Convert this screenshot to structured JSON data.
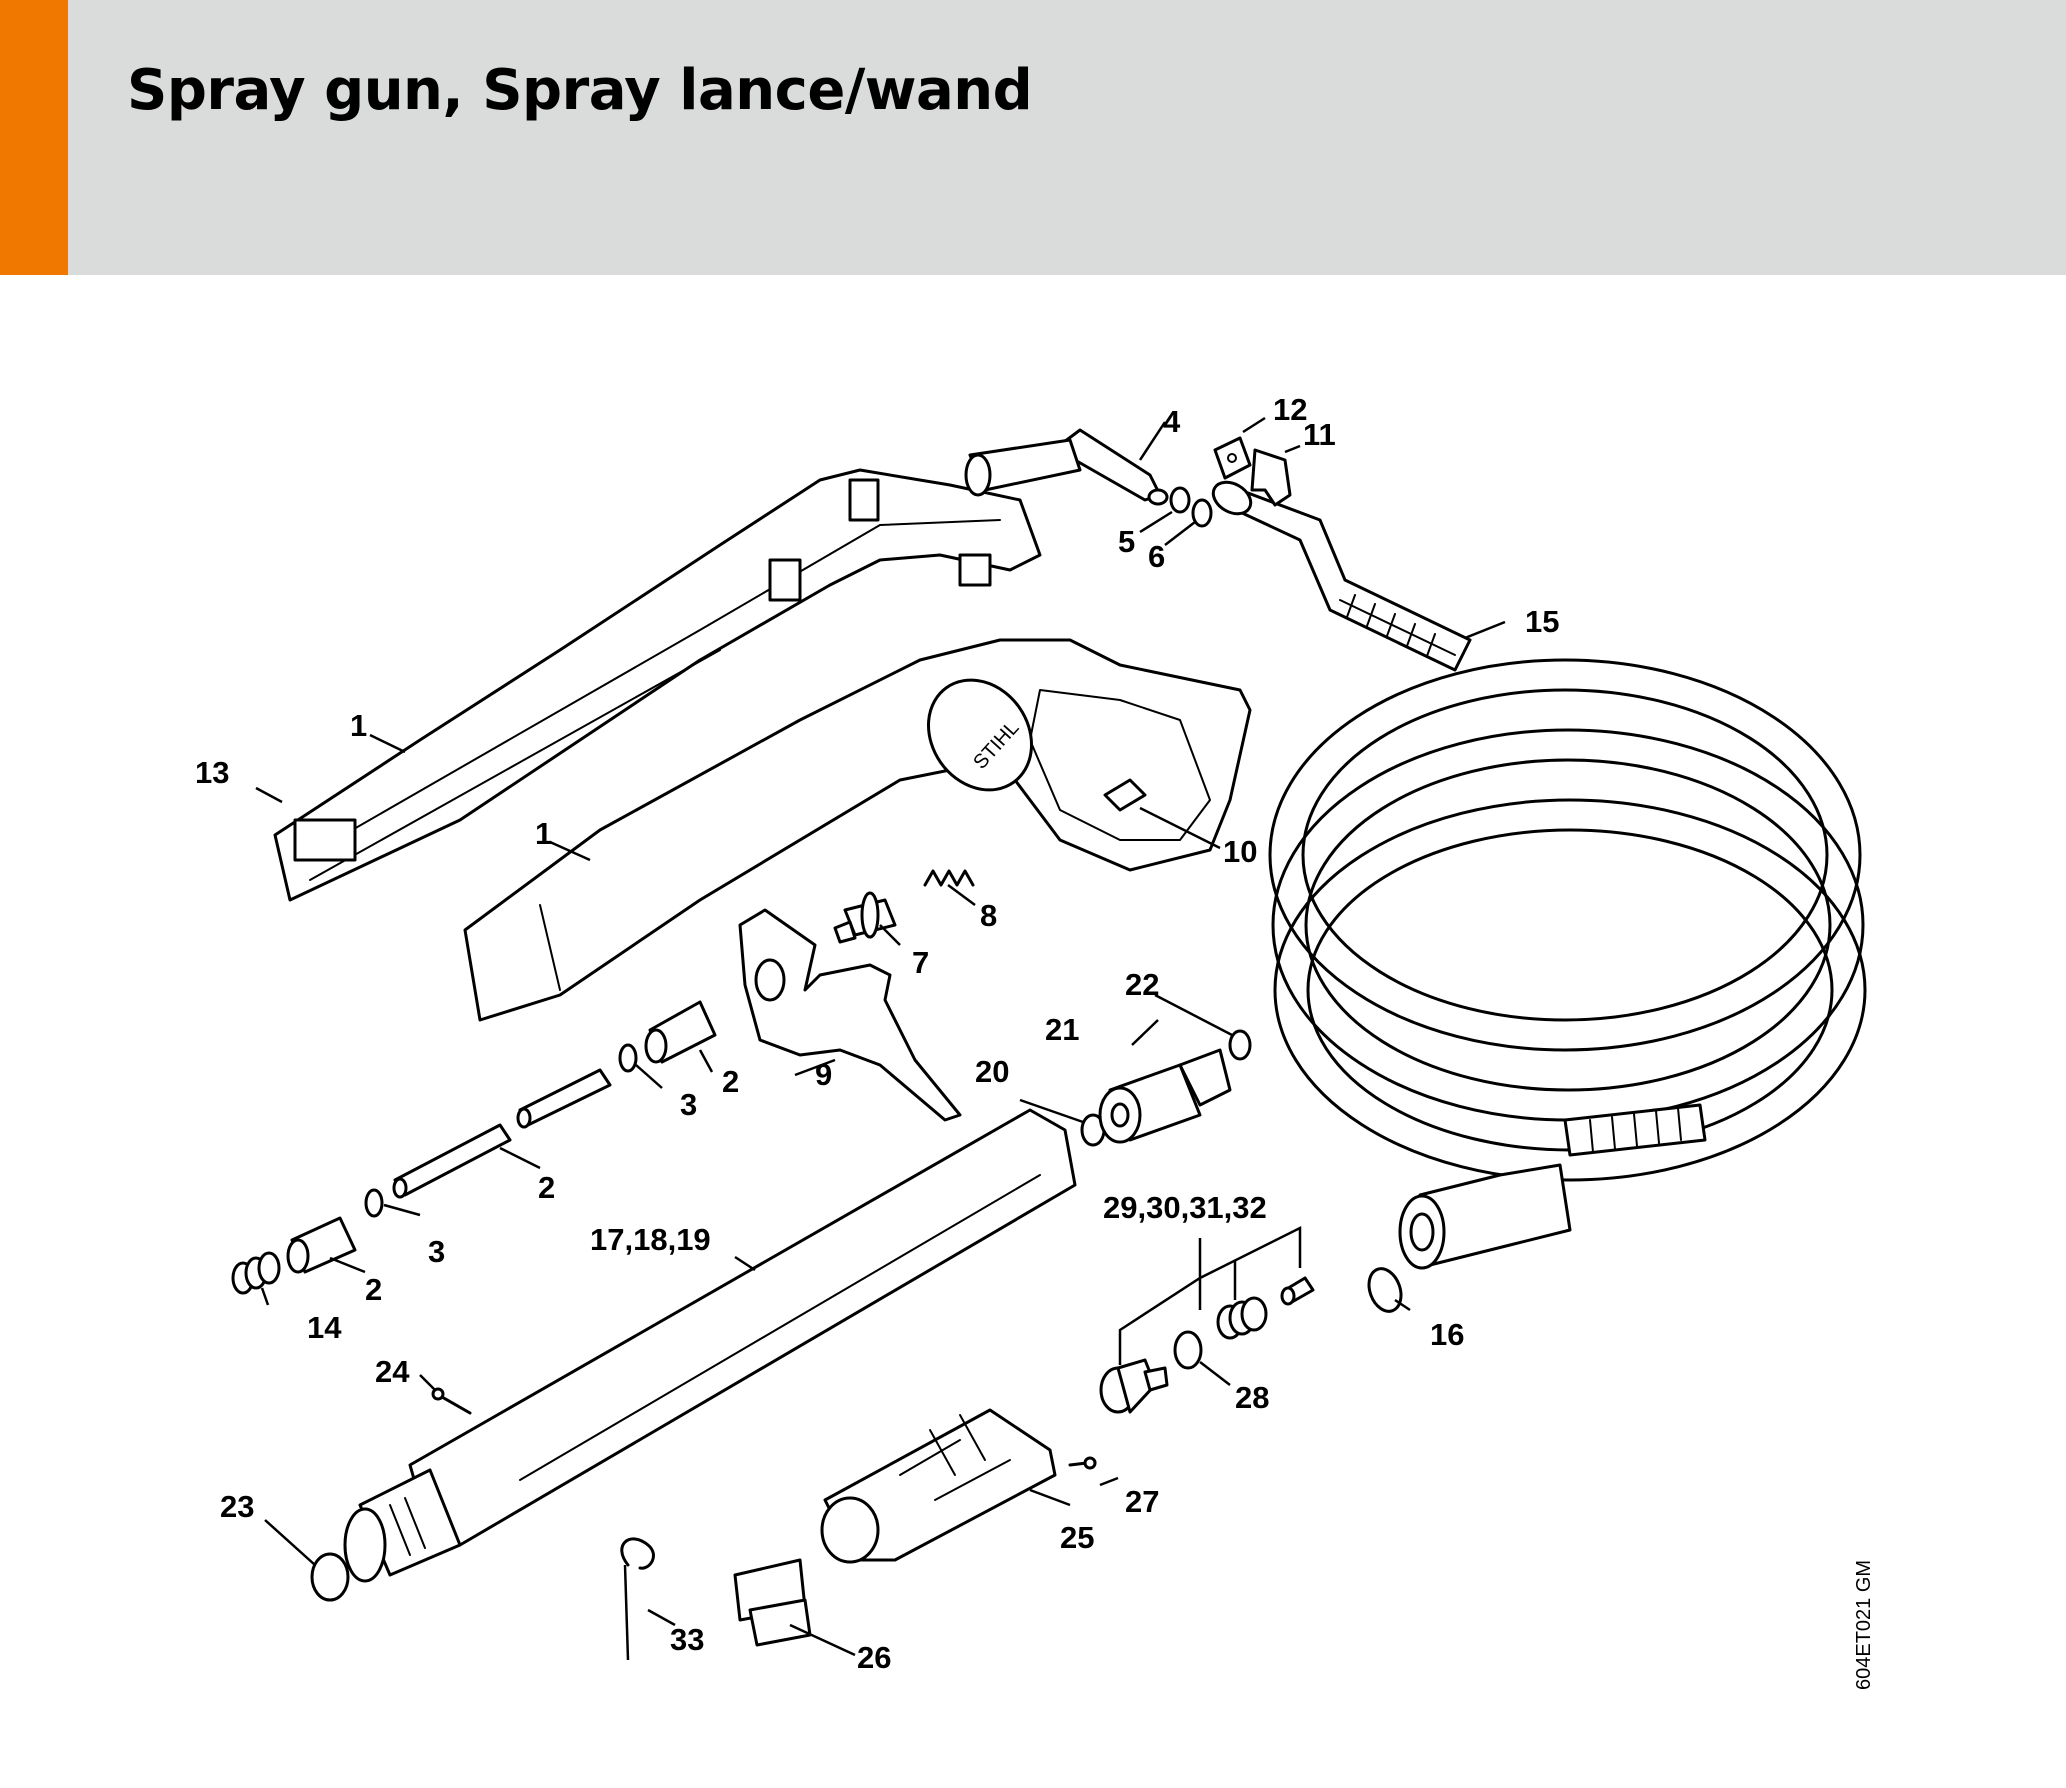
{
  "header": {
    "title": "Spray gun, Spray lance/wand",
    "accent_color": "#f07800",
    "background_color": "#dadbdb"
  },
  "diagram": {
    "brand_mark": "STIHL",
    "reference_code": "604ET021 GM",
    "callouts": {
      "c1a": "1",
      "c1b": "1",
      "c2a": "2",
      "c2b": "2",
      "c2c": "2",
      "c3a": "3",
      "c3b": "3",
      "c4": "4",
      "c5": "5",
      "c6": "6",
      "c7": "7",
      "c8": "8",
      "c9": "9",
      "c10": "10",
      "c11": "11",
      "c12": "12",
      "c13": "13",
      "c14": "14",
      "c15": "15",
      "c16": "16",
      "c17": "17,18,19",
      "c20": "20",
      "c21": "21",
      "c22": "22",
      "c23": "23",
      "c24": "24",
      "c25": "25",
      "c26": "26",
      "c27": "27",
      "c28": "28",
      "c29": "29,30,31,32",
      "c33": "33"
    }
  }
}
